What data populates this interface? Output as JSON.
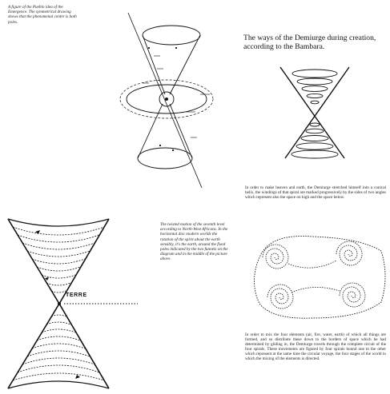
{
  "top_left": {
    "caption": "A figure of the Pueblo idea of the Emergence. The symmetrical drawing shows that the phenomenal centre is both poles."
  },
  "middle_left": {
    "caption": "The twisted motion of the seventh level according to North-West Africans. In the horizontal disc modern worlds the rotation of the spirit about the earth sensibly, it's the earth, around the fixed poles indicated by the two funnels on the diagram and in the middle of the picture above."
  },
  "bottom_left": {
    "label": "TERRE"
  },
  "right": {
    "heading": "The ways of the Demiurge during creation, according to the Bambara.",
    "text1": "In order to make heaven and earth, the Demiurge stretched himself into a conical helix, the windings of that spiral are marked progressively by the sides of two angles which represent also the space on high and the space below.",
    "text2": "In order to mix the four elements (air, fire, water, earth) of which all things are formed, and so distribute these down to the borders of space which he had determined by gliding in, the Demiurge travels through the complete circuit of the four spirals. These movements are figured by four spirals bound one to the other which represent at the same time the circular voyage, the four stages of the world in which the mixing of the elements is directed."
  }
}
